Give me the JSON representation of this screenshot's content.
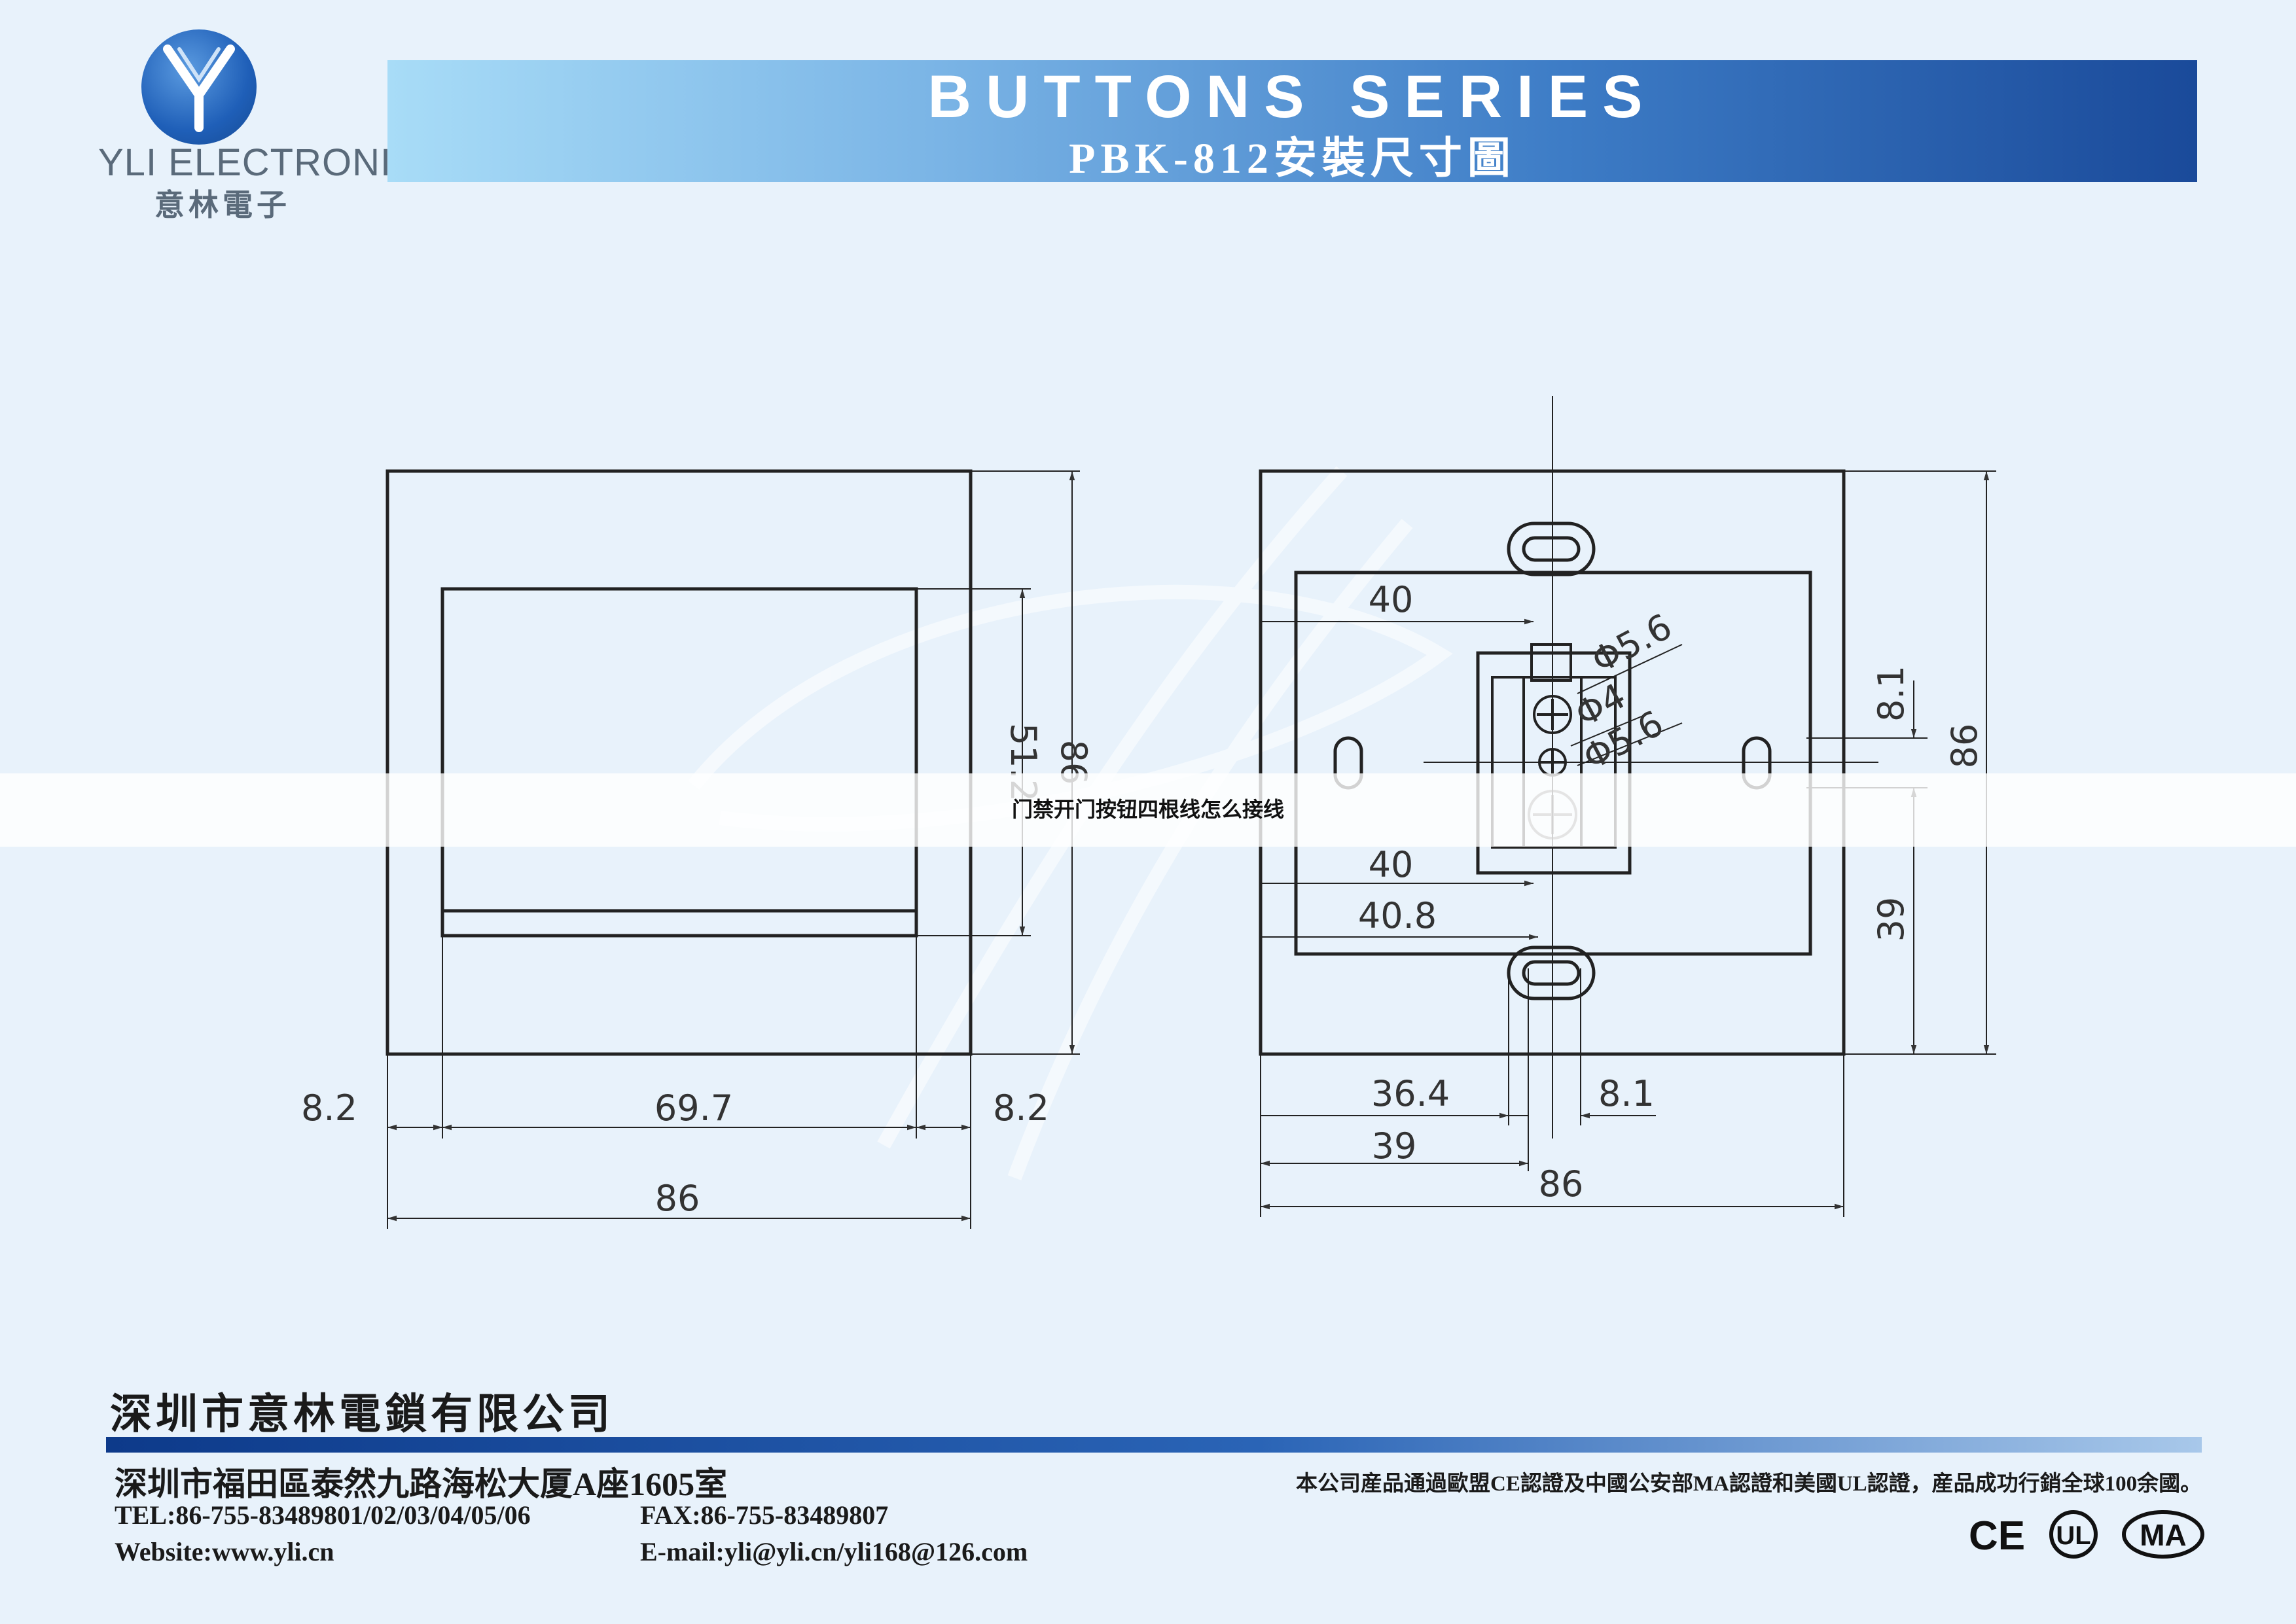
{
  "brand": {
    "logo_en": "YLI ELECTRONIC",
    "logo_cn": "意林電子",
    "logo_icon": "y-letter-logo-icon",
    "logo_color": "#1f5fb8"
  },
  "header": {
    "title": "BUTTONS SERIES",
    "subtitle": "PBK-812安裝尺寸圖",
    "gradient_start": "#a8dcf7",
    "gradient_end": "#1a4a9a"
  },
  "front_view": {
    "dim_left": "8.2",
    "dim_middle": "69.7",
    "dim_right": "8.2",
    "dim_overall_width": "86",
    "dim_inner_height": "51.2",
    "dim_overall_height": "86"
  },
  "back_view": {
    "dim_hole_large_1": "Φ5.6",
    "dim_hole_small": "Φ4",
    "dim_hole_large_2": "Φ5.6",
    "dim_top_40": "40",
    "dim_mid_40": "40",
    "dim_40_8": "40.8",
    "dim_8_1_right": "8.1",
    "dim_overall_height": "86",
    "dim_39_right": "39",
    "dim_36_4": "36.4",
    "dim_8_1_bottom": "8.1",
    "dim_39_bottom": "39",
    "dim_overall_width": "86"
  },
  "overlay": {
    "caption": "门禁开门按钮四根线怎么接线"
  },
  "footer": {
    "company": "深圳市意林電鎖有限公司",
    "address": "深圳市福田區泰然九路海松大厦A座1605室",
    "tel": "TEL:86-755-83489801/02/03/04/05/06",
    "fax": "FAX:86-755-83489807",
    "website": "Website:www.yli.cn",
    "email": "E-mail:yli@yli.cn/yli168@126.com",
    "cert_note": "本公司産品通過歐盟CE認證及中國公安部MA認證和美國UL認證，産品成功行銷全球100余國。",
    "cert_marks": [
      "CE",
      "UL",
      "MA"
    ]
  }
}
